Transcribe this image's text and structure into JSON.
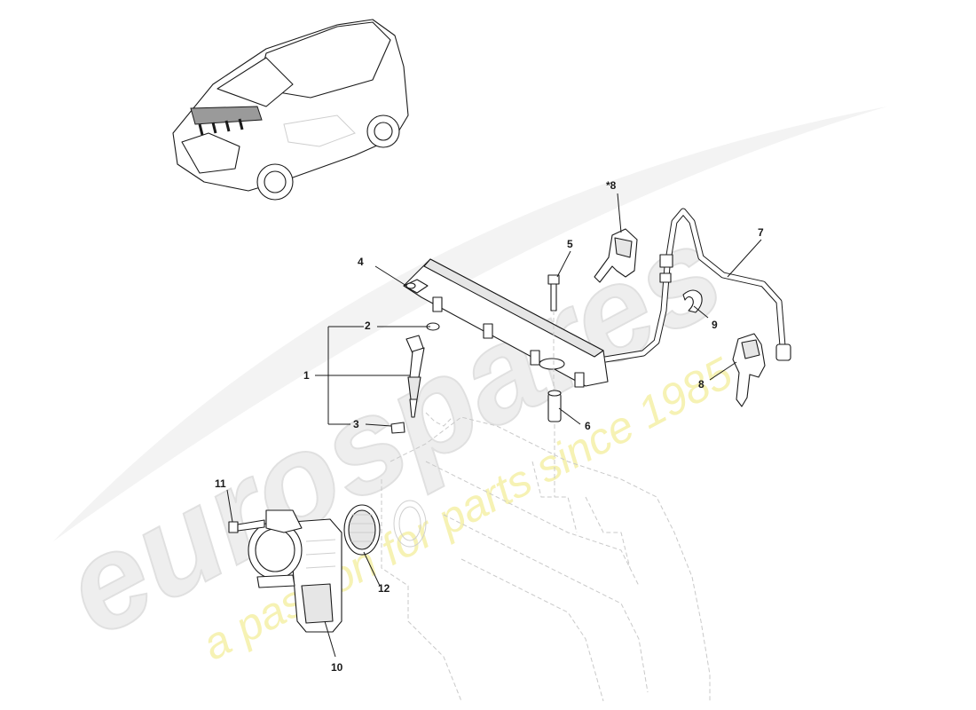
{
  "watermark": {
    "brand": "eurospares",
    "tagline": "a passion for parts since 1985",
    "brand_color": "#eeeeee",
    "tagline_color": "#f6f2b4"
  },
  "callouts": [
    {
      "id": "1",
      "label": "1"
    },
    {
      "id": "2",
      "label": "2"
    },
    {
      "id": "3",
      "label": "3"
    },
    {
      "id": "4",
      "label": "4"
    },
    {
      "id": "5",
      "label": "5"
    },
    {
      "id": "6",
      "label": "6"
    },
    {
      "id": "7",
      "label": "7"
    },
    {
      "id": "8a",
      "label": "*8"
    },
    {
      "id": "8b",
      "label": "8"
    },
    {
      "id": "9",
      "label": "9"
    },
    {
      "id": "10",
      "label": "10"
    },
    {
      "id": "11",
      "label": "11"
    },
    {
      "id": "12",
      "label": "12"
    }
  ]
}
